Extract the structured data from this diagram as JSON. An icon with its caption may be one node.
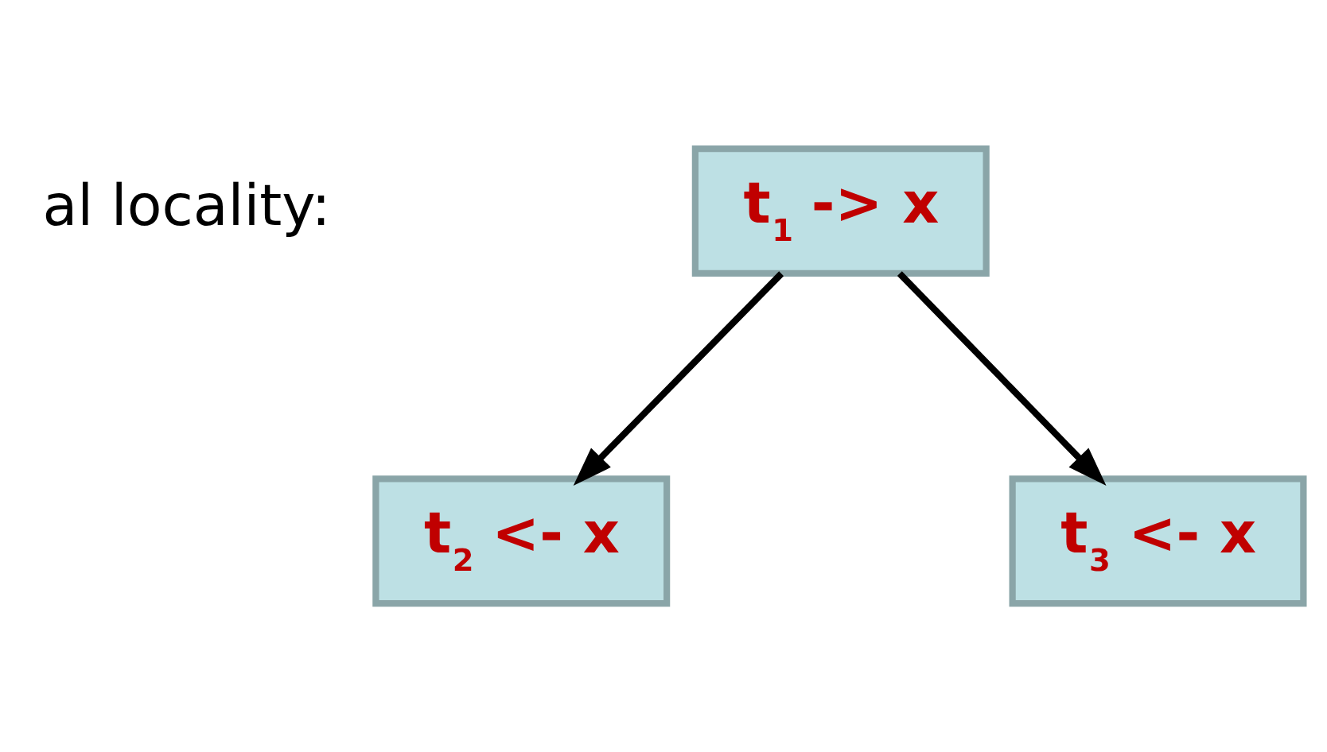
{
  "diagram": {
    "nodes": [
      {
        "text": [
          "t$_{1}$ -> x"
        ]
      },
      {
        "text": [
          "t$_{2}$ <- x"
        ]
      },
      {
        "text": [
          "t$_{3}$ <- x"
        ]
      }
    ],
    "edges": [
      {
        "from": 0,
        "to": 1,
        "arrow": "to"
      },
      {
        "from": 0,
        "to": 2,
        "arrow": "to"
      }
    ],
    "labels": [
      "al locality:"
    ]
  }
}
